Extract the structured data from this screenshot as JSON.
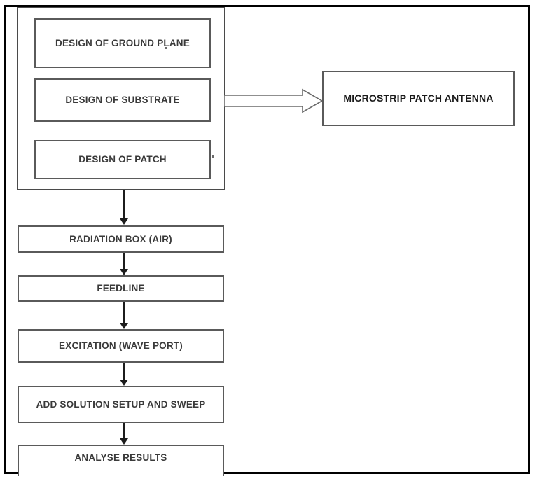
{
  "diagram": {
    "title": "Microstrip patch antenna design flowchart",
    "line_color": "#5a5a5a",
    "frame_color": "#000000",
    "text_color": "#3a3a3a",
    "emphasis_text_color": "#1a1a1a",
    "background": "#ffffff"
  },
  "group": {
    "name": "design-group",
    "items": [
      {
        "id": "design-ground-plane",
        "label": "DESIGN OF GROUND PLANE"
      },
      {
        "id": "design-substrate",
        "label": "DESIGN OF SUBSTRATE"
      },
      {
        "id": "design-patch",
        "label": "DESIGN OF PATCH"
      }
    ]
  },
  "result": {
    "id": "microstrip-patch-antenna",
    "label": "MICROSTRIP PATCH ANTENNA"
  },
  "flow": {
    "steps": [
      {
        "id": "radiation-box-air",
        "label": "RADIATION BOX (AIR)"
      },
      {
        "id": "feedline",
        "label": "FEEDLINE"
      },
      {
        "id": "excitation-wave-port",
        "label": "EXCITATION (WAVE PORT)"
      },
      {
        "id": "add-solution-setup-and-sweep",
        "label": "ADD SOLUTION SETUP AND SWEEP"
      },
      {
        "id": "analyse-results",
        "label": "ANALYSE RESULTS"
      }
    ]
  },
  "connectors": [
    {
      "id": "group-to-antenna",
      "type": "block-arrow",
      "direction": "right"
    },
    {
      "id": "group-to-radiation-box",
      "type": "line-arrow",
      "direction": "down"
    },
    {
      "id": "radiation-box-to-feedline",
      "type": "line-arrow",
      "direction": "down"
    },
    {
      "id": "feedline-to-excitation",
      "type": "line-arrow",
      "direction": "down"
    },
    {
      "id": "excitation-to-solution-setup",
      "type": "line-arrow",
      "direction": "down"
    },
    {
      "id": "solution-setup-to-analyse-results",
      "type": "line-arrow",
      "direction": "down"
    }
  ]
}
